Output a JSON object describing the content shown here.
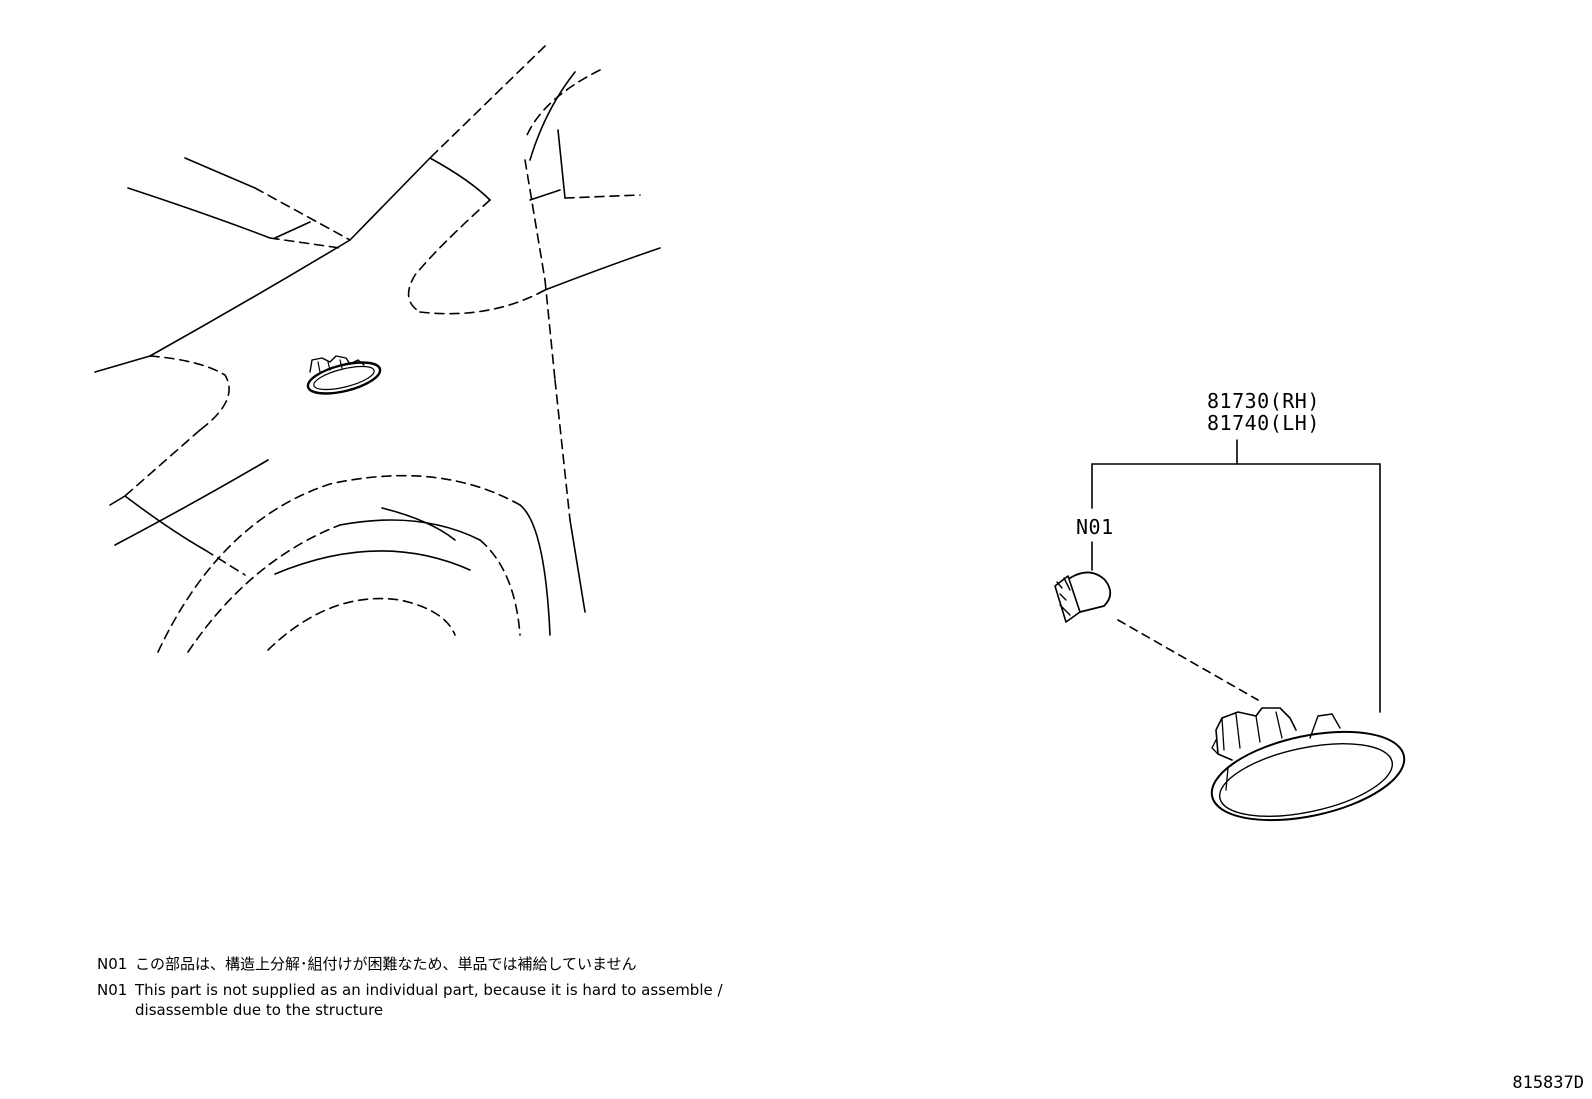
{
  "diagram": {
    "part_numbers": [
      "81730(RH)",
      "81740(LH)"
    ],
    "bulb_callout": "N01",
    "notes": [
      {
        "code": "N01",
        "lines": [
          "この部品は、構造上分解･組付けが困難なため、単品では補給していません"
        ]
      },
      {
        "code": "N01",
        "lines": [
          "This part is not supplied as an individual part, because it is hard to assemble /",
          "disassemble due to the structure"
        ]
      }
    ],
    "illustration_id": "815837D"
  }
}
